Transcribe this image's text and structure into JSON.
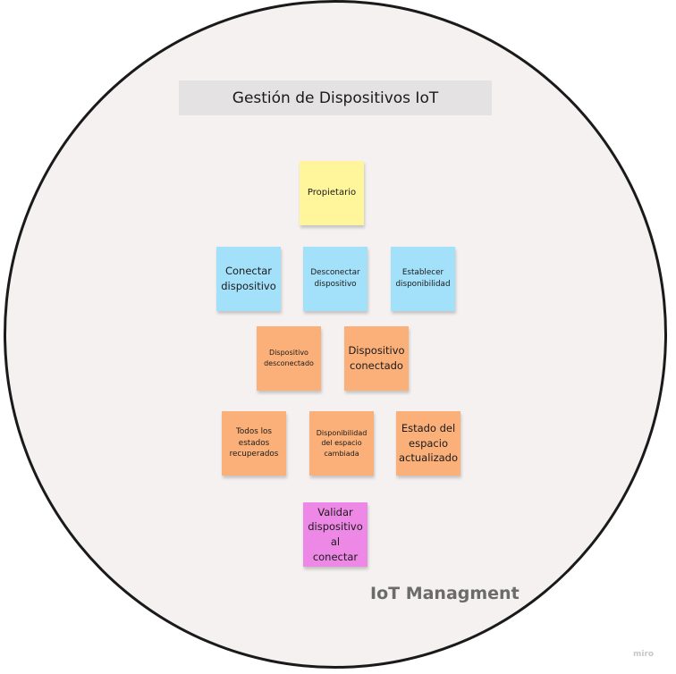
{
  "board": {
    "title": "Gestión de Dispositivos IoT",
    "frame_label": "IoT Managment",
    "watermark": "miro"
  },
  "colors": {
    "actor": "#fff59a",
    "command": "#a3e1fa",
    "event": "#fbb07a",
    "policy": "#ee88e6",
    "background": "#f4f1f0"
  },
  "stickies": {
    "propietario": "Propietario",
    "conectar": "Conectar dispositivo",
    "desconectar": "Desconectar dispositivo",
    "establecer": "Establecer disponibilidad",
    "desconectado": "Dispositivo desconectado",
    "conectado": "Dispositivo conectado",
    "todos_estados": "Todos los estados recuperados",
    "disponibilidad_cambiada": "Disponibilidad del espacio cambiada",
    "estado_actualizado": "Estado del espacio actualizado",
    "validar": "Validar dispositivo al conectar"
  }
}
